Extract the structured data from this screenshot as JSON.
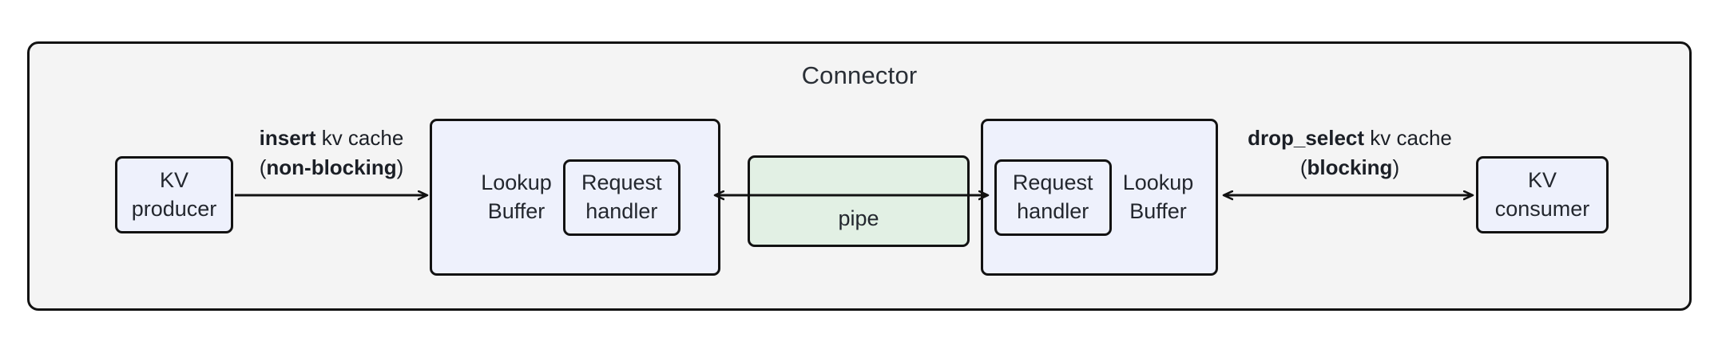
{
  "diagram": {
    "title": "Connector",
    "nodes": {
      "kv_producer": "KV\nproducer",
      "kv_consumer": "KV\nconsumer",
      "lookup_buffer_left": "Lookup\nBuffer",
      "lookup_buffer_right": "Lookup\nBuffer",
      "request_handler_left": "Request\nhandler",
      "request_handler_right": "Request\nhandler",
      "pipe": "pipe"
    },
    "edges": {
      "insert": {
        "bold_prefix": "insert",
        "plain_text": " kv cache",
        "paren_open": "(",
        "bold_mode": "non-blocking",
        "paren_close": ")",
        "direction": "right"
      },
      "drop_select": {
        "bold_prefix": "drop_select",
        "plain_text": " kv cache",
        "paren_open": "(",
        "bold_mode": "blocking",
        "paren_close": ")",
        "direction": "both"
      },
      "pipe_edge": {
        "direction": "both"
      }
    },
    "colors": {
      "container_fill": "#f4f4f4",
      "node_blue_fill": "#eef1fc",
      "node_green_fill": "#e2f0e4",
      "stroke": "#121212",
      "text": "#23272e",
      "page_background": "#ffffff"
    }
  }
}
